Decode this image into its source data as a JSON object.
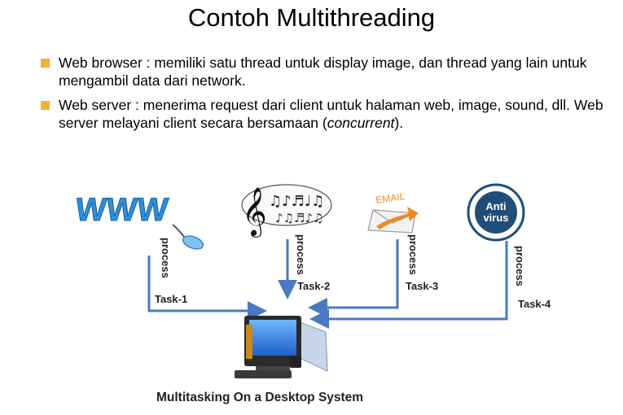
{
  "title": "Contoh Multithreading",
  "bullets": [
    {
      "text": "Web browser : memiliki satu thread untuk display image, dan thread yang lain untuk mengambil data dari network."
    },
    {
      "text_before": "Web server : menerima request dari client untuk halaman web, image, sound, dll. Web server melayani client secara bersamaan (",
      "text_italic": "concurrent",
      "text_after": ")."
    }
  ],
  "diagram": {
    "www_text": "WWW",
    "email_text": "EMAIL",
    "antivirus_line1": "Anti",
    "antivirus_line2": "virus",
    "process_label": "process",
    "tasks": [
      "Task-1",
      "Task-2",
      "Task-3",
      "Task-4"
    ],
    "caption": "Multitasking On a Desktop System",
    "colors": {
      "arrow": "#4a78c2",
      "www": "#2d8fd8",
      "antivirus": "#1f4e78",
      "email_arrow": "#f08a1e",
      "bullet": "#f2b134"
    }
  }
}
